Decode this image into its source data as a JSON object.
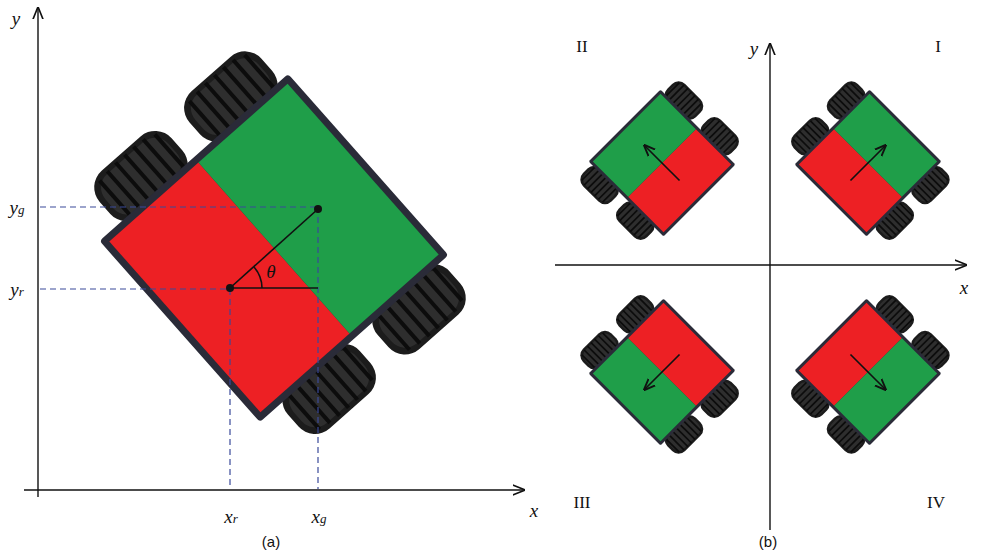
{
  "diagram": {
    "labels": [
      "y",
      "yg",
      "yr",
      "x",
      "xr",
      "xg",
      "θ",
      "(a)",
      "y",
      "II",
      "I",
      "x",
      "III",
      "IV",
      "(b)"
    ]
  }
}
